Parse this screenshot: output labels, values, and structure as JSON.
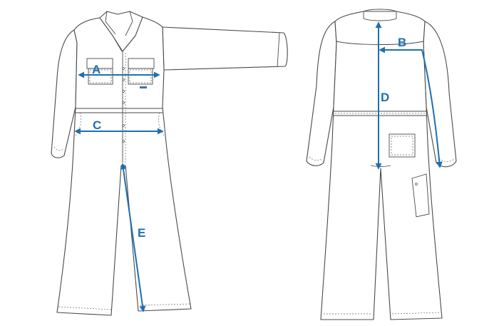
{
  "labels": {
    "a": "A",
    "b": "B",
    "c": "C",
    "d": "D",
    "e": "E"
  },
  "colors": {
    "measure": "#1f6fb2",
    "outline": "#4a4a4a",
    "background": "#ffffff"
  }
}
